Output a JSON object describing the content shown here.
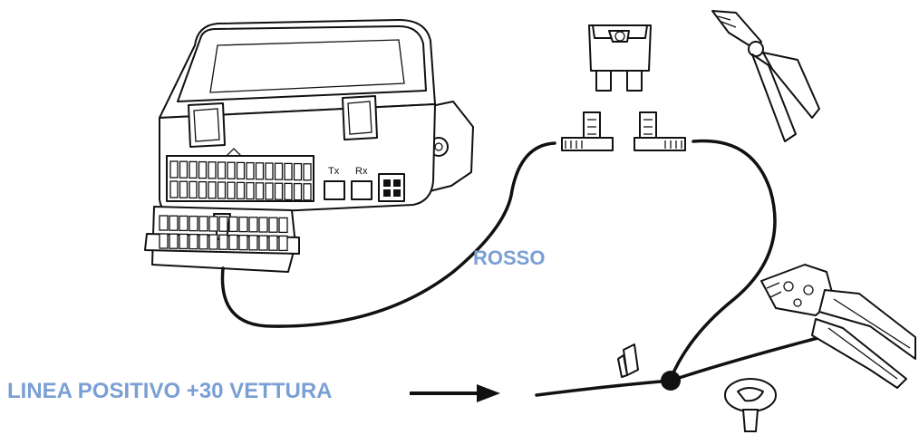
{
  "labels": {
    "red_wire": "ROSSO",
    "positive_line": "LINEA POSITIVO +30 VETTURA"
  },
  "device": {
    "tx_label": "Tx",
    "rx_label": "Rx"
  },
  "colors": {
    "label_blue": "#7a9fd4",
    "line": "#111111",
    "background": "#ffffff"
  }
}
